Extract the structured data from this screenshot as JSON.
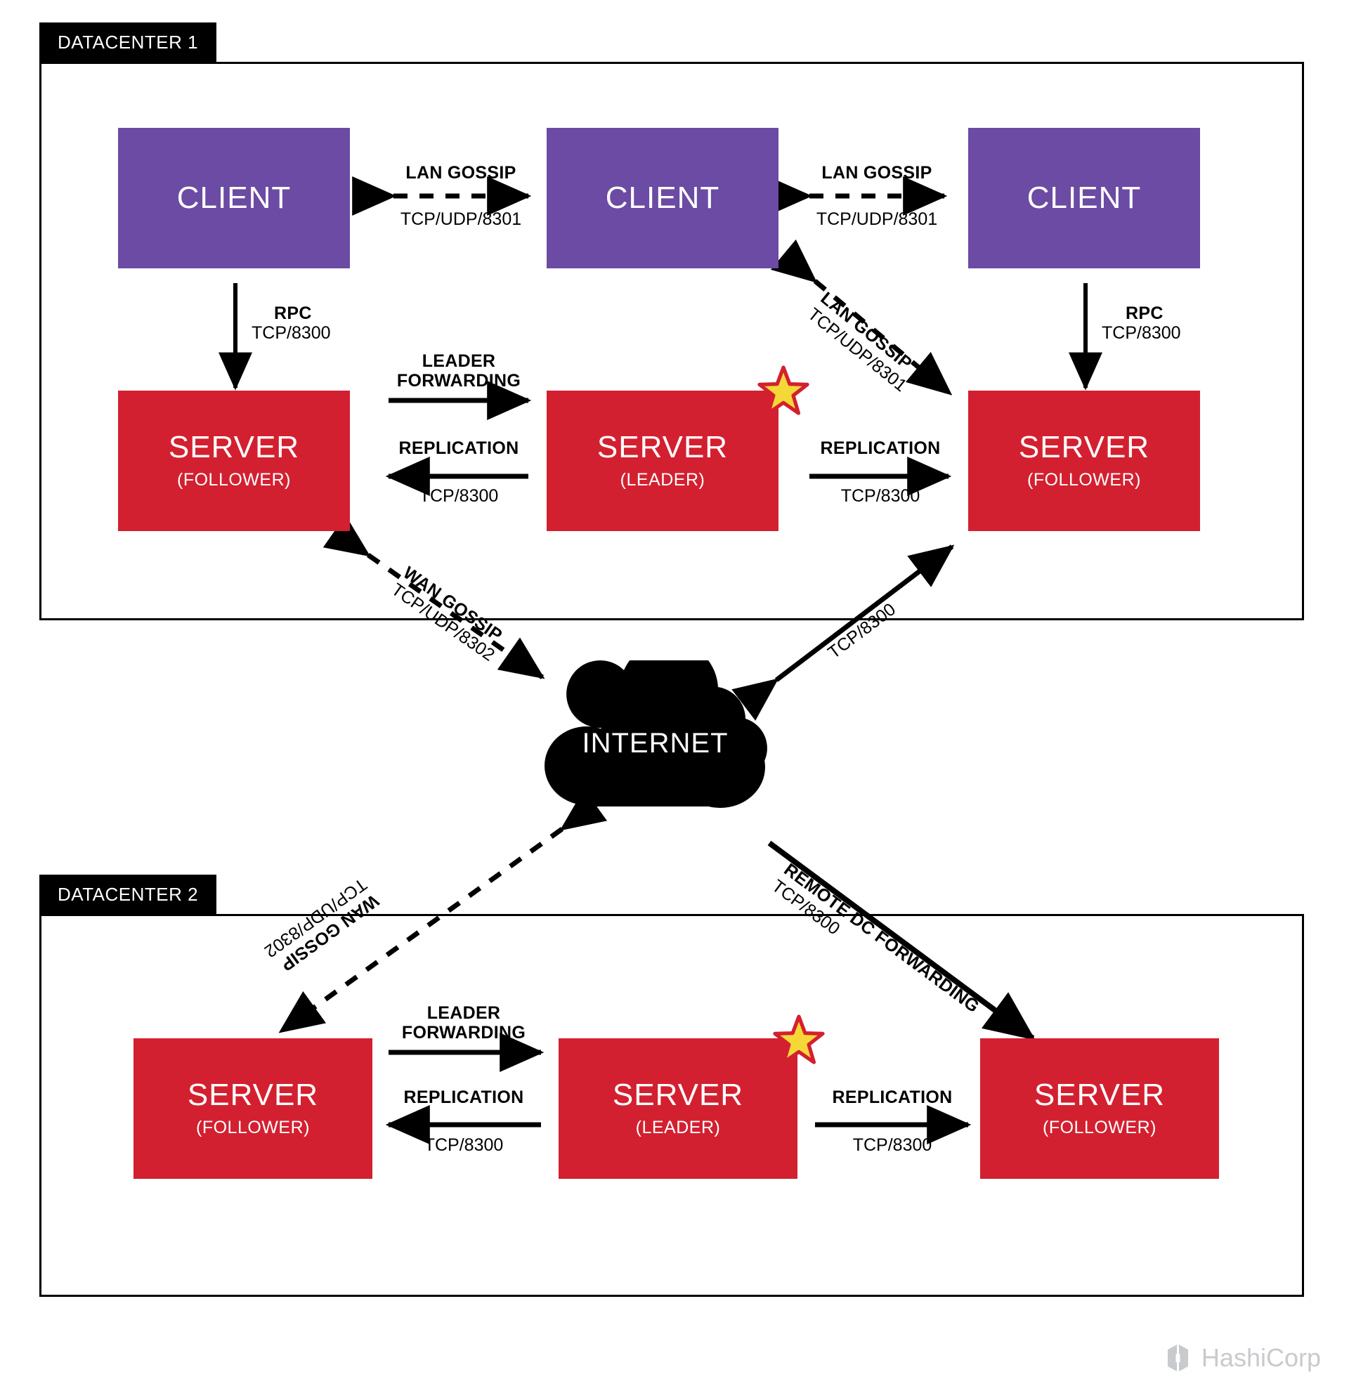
{
  "diagram": {
    "title": "Consul datacenter architecture",
    "colors": {
      "client": "#6b4ba3",
      "server": "#d32030",
      "frame": "#000000",
      "cloud": "#000000",
      "star_fill": "#f5d837",
      "star_stroke": "#d32030",
      "brand": "#c8cacd"
    }
  },
  "datacenter1": {
    "label": "DATACENTER 1",
    "clients": [
      {
        "title": "CLIENT"
      },
      {
        "title": "CLIENT"
      },
      {
        "title": "CLIENT"
      }
    ],
    "servers": [
      {
        "title": "SERVER",
        "role": "(FOLLOWER)",
        "leader": false
      },
      {
        "title": "SERVER",
        "role": "(LEADER)",
        "leader": true
      },
      {
        "title": "SERVER",
        "role": "(FOLLOWER)",
        "leader": false
      }
    ],
    "links": {
      "lan_gossip_left": {
        "name": "LAN GOSSIP",
        "port": "TCP/UDP/8301"
      },
      "lan_gossip_right": {
        "name": "LAN GOSSIP",
        "port": "TCP/UDP/8301"
      },
      "lan_gossip_diag": {
        "name": "LAN GOSSIP",
        "port": "TCP/UDP/8301"
      },
      "rpc_left": {
        "name": "RPC",
        "port": "TCP/8300"
      },
      "rpc_right": {
        "name": "RPC",
        "port": "TCP/8300"
      },
      "leader_forwarding": {
        "name": "LEADER\nFORWARDING"
      },
      "leader_forwarding_l1": "LEADER",
      "leader_forwarding_l2": "FORWARDING",
      "replication_left": {
        "name": "REPLICATION",
        "port": "TCP/8300"
      },
      "replication_right": {
        "name": "REPLICATION",
        "port": "TCP/8300"
      },
      "wan_gossip": {
        "name": "WAN GOSSIP",
        "port": "TCP/UDP/8302"
      },
      "internet_rpc": {
        "port": "TCP/8300"
      }
    }
  },
  "datacenter2": {
    "label": "DATACENTER 2",
    "servers": [
      {
        "title": "SERVER",
        "role": "(FOLLOWER)",
        "leader": false
      },
      {
        "title": "SERVER",
        "role": "(LEADER)",
        "leader": true
      },
      {
        "title": "SERVER",
        "role": "(FOLLOWER)",
        "leader": false
      }
    ],
    "links": {
      "leader_forwarding_l1": "LEADER",
      "leader_forwarding_l2": "FORWARDING",
      "replication_left": {
        "name": "REPLICATION",
        "port": "TCP/8300"
      },
      "replication_right": {
        "name": "REPLICATION",
        "port": "TCP/8300"
      },
      "wan_gossip": {
        "name": "WAN GOSSIP",
        "port": "TCP/UDP/8302"
      },
      "remote_dc_forwarding": {
        "name": "REMOTE DC FORWARDING",
        "port": "TCP/8300"
      }
    }
  },
  "internet": {
    "label": "INTERNET"
  },
  "brand": {
    "name": "HashiCorp"
  }
}
